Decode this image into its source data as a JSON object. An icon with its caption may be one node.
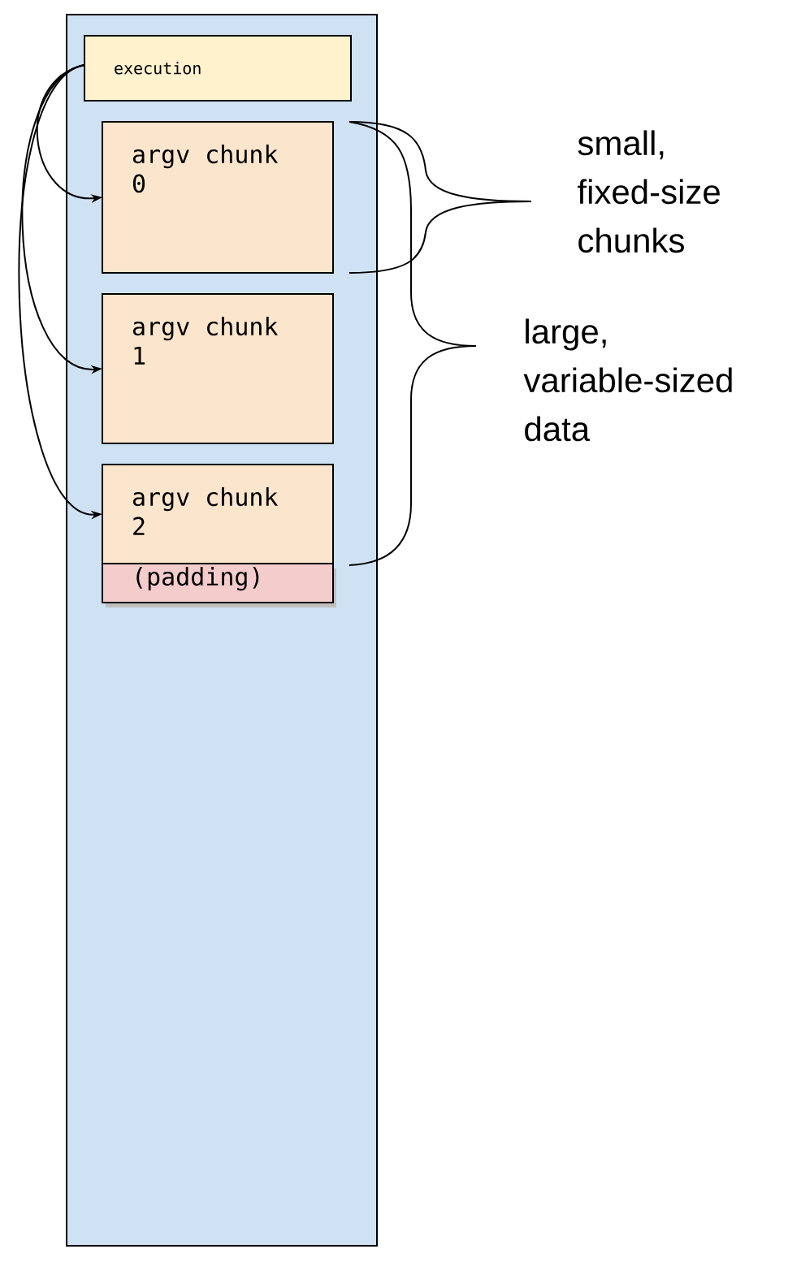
{
  "diagram": {
    "nodes": [
      {
        "text": [],
        "shape": "box"
      },
      {
        "text": [
          "execution"
        ],
        "in": 0
      },
      {
        "text": [
          "argv chunk 0"
        ],
        "in": 0
      },
      {
        "text": [
          "argv chunk 1"
        ],
        "in": 0
      },
      {
        "text": [
          "argv chunk 2"
        ],
        "in": 0
      },
      {
        "text": [
          "(padding)"
        ],
        "in": 0
      }
    ],
    "edges": [
      {
        "from": 1,
        "to": 2,
        "arrow": "to"
      },
      {
        "from": 1,
        "to": 3,
        "arrow": "to"
      },
      {
        "from": 1,
        "to": 4,
        "arrow": "to"
      }
    ],
    "labels": [
      "small, fixed-size chunks",
      "large, variable-sized data"
    ]
  }
}
